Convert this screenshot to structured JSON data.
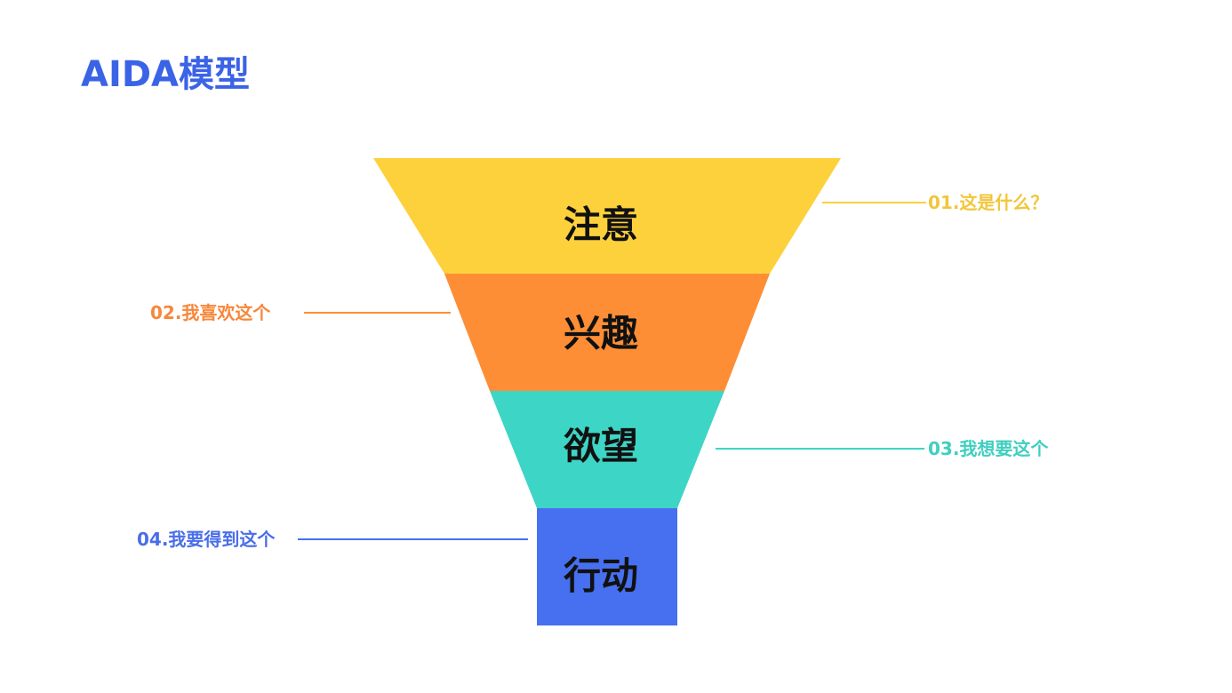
{
  "title": "AIDA模型",
  "colors": {
    "title": "#3b63e6",
    "attention": "#fdd13b",
    "interest": "#fd8e36",
    "desire": "#3dd5c6",
    "action": "#4770f0",
    "attention_text": "#f2c63a",
    "interest_text": "#f7873a",
    "desire_text": "#3fcfc0",
    "action_text": "#4a6ee8"
  },
  "stages": [
    {
      "label": "注意",
      "callout": "01.这是什么？"
    },
    {
      "label": "兴趣",
      "callout": "02.我喜欢这个"
    },
    {
      "label": "欲望",
      "callout": "03.我想要这个"
    },
    {
      "label": "行动",
      "callout": "04.我要得到这个"
    }
  ]
}
